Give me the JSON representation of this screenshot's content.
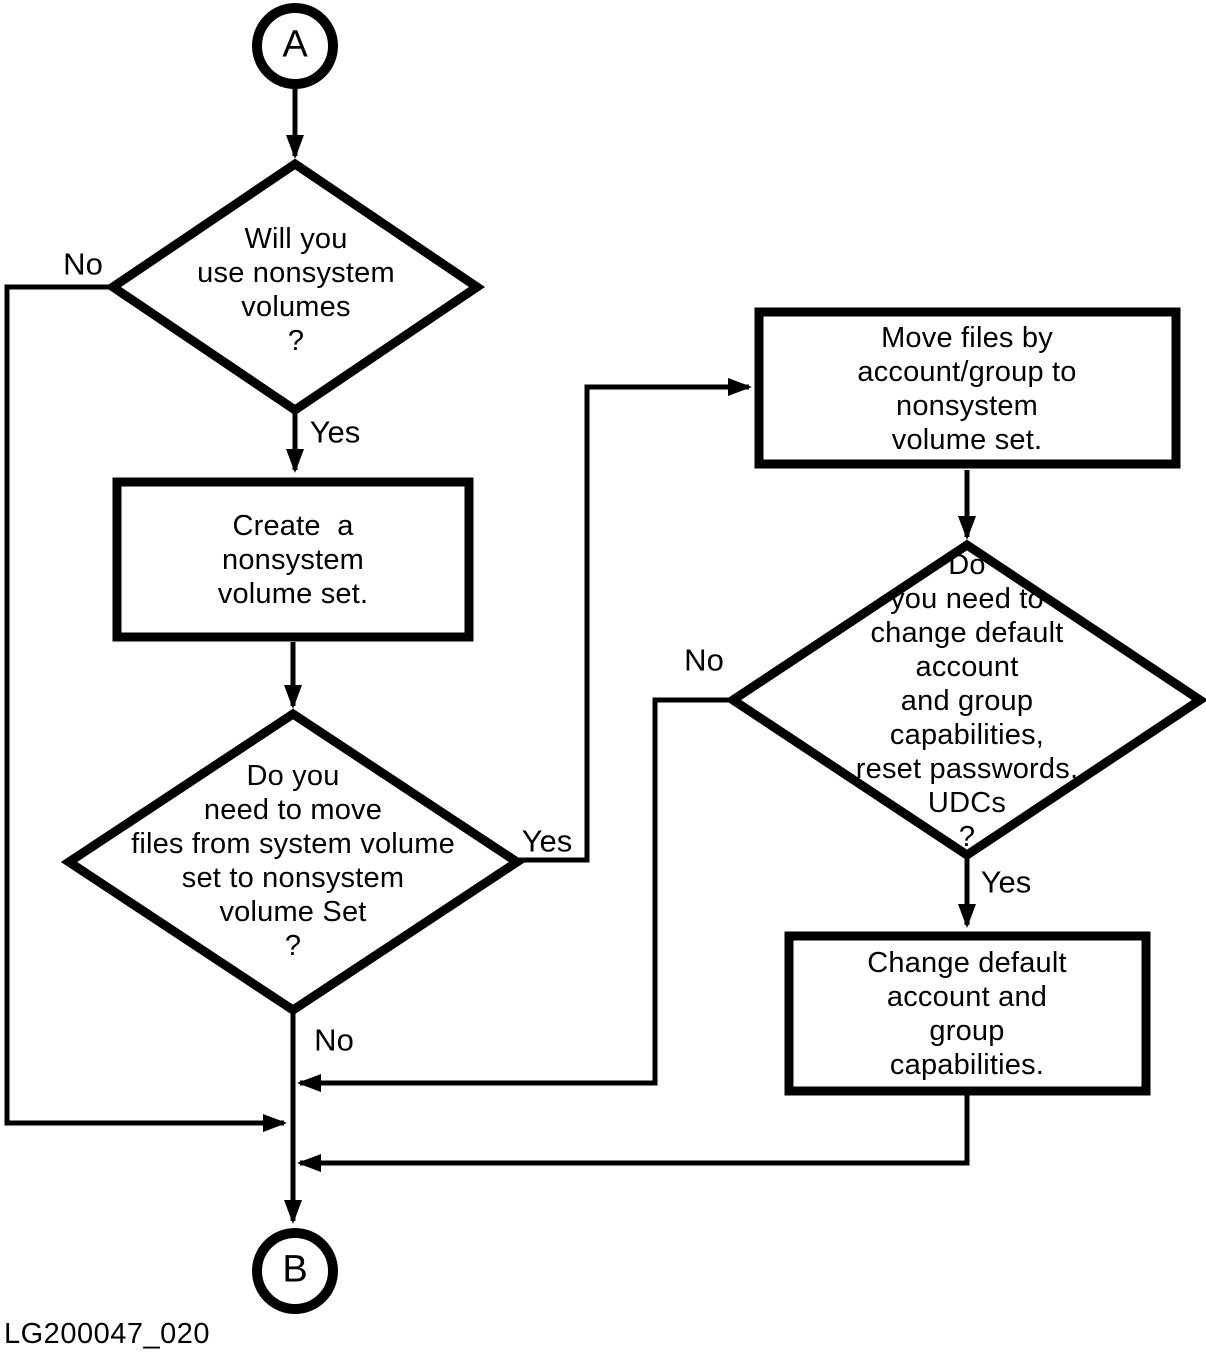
{
  "figure": {
    "caption": "LG200047_020",
    "ink_color": "#000000",
    "background_color": "#ffffff"
  },
  "nodes": {
    "connector_a": {
      "type": "connector-circle",
      "label": "A"
    },
    "decision_use_nonsystem": {
      "type": "decision-diamond",
      "text": "Will you\nuse nonsystem\nvolumes\n?"
    },
    "process_create_volume_set": {
      "type": "process-box",
      "text": "Create  a\nnonsystem\nvolume set."
    },
    "decision_move_files": {
      "type": "decision-diamond",
      "text": "Do you\nneed to move\nfiles from system volume\nset to nonsystem\nvolume Set\n?"
    },
    "process_move_files": {
      "type": "process-box",
      "text": "Move files by\naccount/group to\nnonsystem volume set."
    },
    "decision_change_defaults": {
      "type": "decision-diamond",
      "text": "Do\nyou need to\nchange default account\nand group capabilities,\nreset passwords,\nUDCs\n?"
    },
    "process_change_defaults": {
      "type": "process-box",
      "text": "Change default\naccount and group\ncapabilities."
    },
    "connector_b": {
      "type": "connector-circle",
      "label": "B"
    }
  },
  "edge_labels": {
    "decision1_no": "No",
    "decision1_yes": "Yes",
    "decision2_yes": "Yes",
    "decision2_no": "No",
    "decision3_no": "No",
    "decision3_yes": "Yes"
  }
}
